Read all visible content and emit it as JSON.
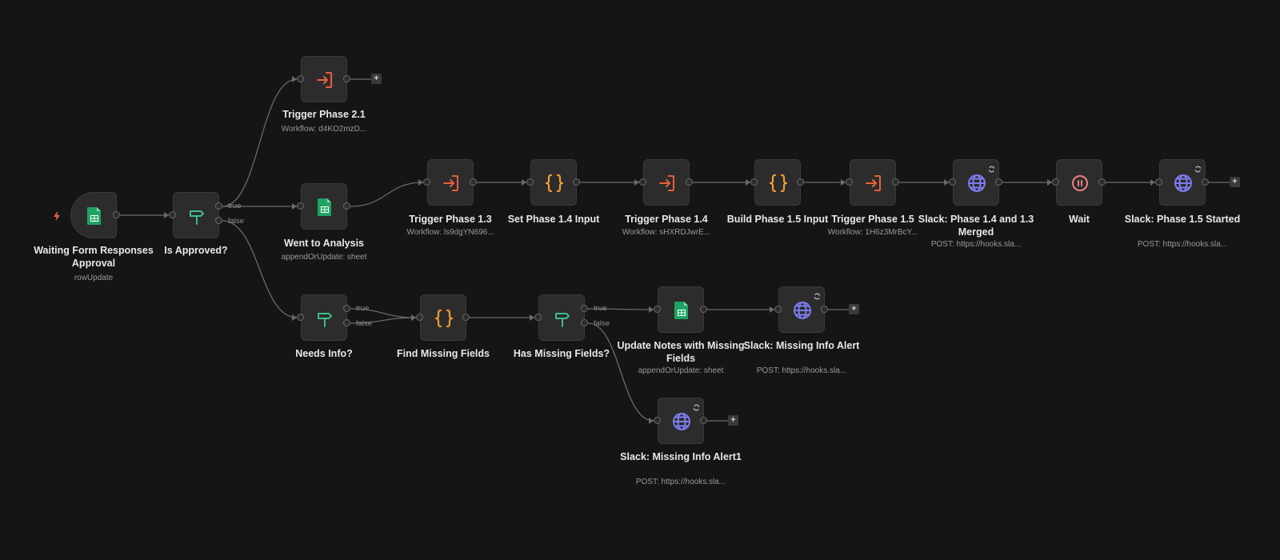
{
  "colors": {
    "background": "#151515",
    "node_fill": "#2c2c2c",
    "wire": "#6a6a6a",
    "execute_workflow_icon": "#e8603c",
    "code_icon": "#f29b30",
    "sheets_icon": "#1fa463",
    "if_icon": "#3dbd8a",
    "http_icon": "#7c7cf0",
    "wait_icon": "#f08080"
  },
  "nodes": {
    "waiting_form": {
      "title": "Waiting Form Responses Approval",
      "subtitle": "rowUpdate",
      "icon": "google-sheets-icon"
    },
    "is_approved": {
      "title": "Is Approved?",
      "true_label": "true",
      "false_label": "false",
      "icon": "if-icon"
    },
    "trigger_21": {
      "title": "Trigger Phase 2.1",
      "subtitle": "Workflow: d4KO2mzD...",
      "icon": "execute-workflow-icon"
    },
    "went_to_analysis": {
      "title": "Went to Analysis",
      "subtitle": "appendOrUpdate: sheet",
      "icon": "google-sheets-icon"
    },
    "trigger_13": {
      "title": "Trigger Phase 1.3",
      "subtitle": "Workflow: ls9dgYN696...",
      "icon": "execute-workflow-icon"
    },
    "set_14": {
      "title": "Set Phase 1.4 Input",
      "icon": "code-icon"
    },
    "trigger_14": {
      "title": "Trigger Phase 1.4",
      "subtitle": "Workflow: sHXRDJwrE...",
      "icon": "execute-workflow-icon"
    },
    "build_15": {
      "title": "Build Phase 1.5 Input",
      "icon": "code-icon"
    },
    "trigger_15": {
      "title": "Trigger Phase 1.5",
      "subtitle": "Workflow: 1H6z3MrBcY...",
      "icon": "execute-workflow-icon"
    },
    "slack_merged": {
      "title": "Slack: Phase 1.4 and 1.3 Merged",
      "subtitle": "POST: https://hooks.sla...",
      "icon": "globe-icon"
    },
    "wait": {
      "title": "Wait",
      "icon": "pause-icon"
    },
    "slack_started": {
      "title": "Slack: Phase 1.5 Started",
      "subtitle": "POST: https://hooks.sla...",
      "icon": "globe-icon"
    },
    "needs_info": {
      "title": "Needs Info?",
      "true_label": "true",
      "false_label": "false",
      "icon": "if-icon"
    },
    "find_missing": {
      "title": "Find Missing Fields",
      "icon": "code-icon"
    },
    "has_missing": {
      "title": "Has Missing Fields?",
      "true_label": "true",
      "false_label": "false",
      "icon": "if-icon"
    },
    "update_notes": {
      "title": "Update Notes with Missing Fields",
      "subtitle": "appendOrUpdate: sheet",
      "icon": "google-sheets-icon"
    },
    "slack_missing": {
      "title": "Slack: Missing Info Alert",
      "subtitle": "POST: https://hooks.sla...",
      "icon": "globe-icon"
    },
    "slack_missing1": {
      "title": "Slack: Missing Info Alert1",
      "subtitle": "POST: https://hooks.sla...",
      "icon": "globe-icon"
    }
  },
  "plus_label": "+"
}
